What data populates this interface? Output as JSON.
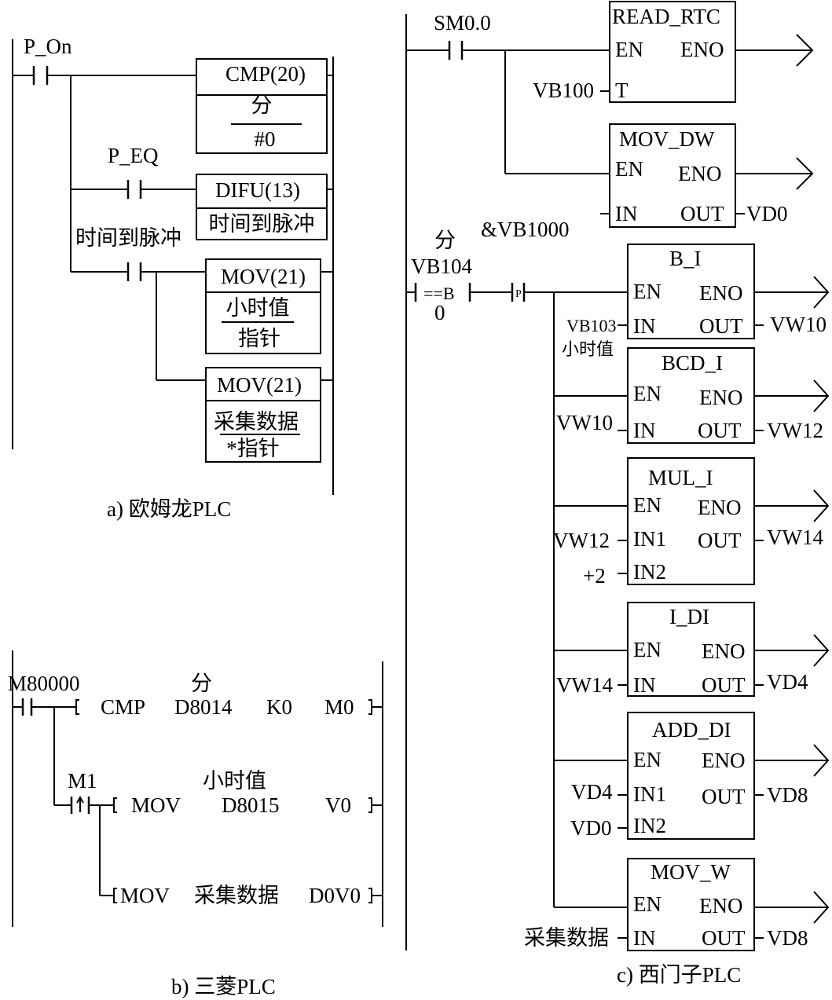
{
  "omron": {
    "caption": "a) 欧姆龙PLC",
    "contact_on": "P_On",
    "cmp_title": "CMP(20)",
    "cmp_op1": "分",
    "cmp_op2": "#0",
    "contact_eq": "P_EQ",
    "difu_title": "DIFU(13)",
    "difu_op": "时间到脉冲",
    "contact_pulse": "时间到脉冲",
    "mov1_title": "MOV(21)",
    "mov1_op1": "小时值",
    "mov1_op2": "指针",
    "mov2_title": "MOV(21)",
    "mov2_op1": "采集数据",
    "mov2_op2": "*指针"
  },
  "mitsubishi": {
    "caption": "b) 三菱PLC",
    "contact1": "M80000",
    "label_fen": "分",
    "row1": [
      "CMP",
      "D8014",
      "K0",
      "M0"
    ],
    "contact2": "M1",
    "label_hour": "小时值",
    "row2": [
      "MOV",
      "D8015",
      "V0"
    ],
    "row3": [
      "MOV",
      "采集数据",
      "D0V0"
    ]
  },
  "siemens": {
    "caption": "c) 西门子PLC",
    "contact_sm": "SM0.0",
    "read_rtc": {
      "title": "READ_RTC",
      "en": "EN",
      "eno": "ENO",
      "t": "T",
      "t_in": "VB100"
    },
    "mov_dw": {
      "title": "MOV_DW",
      "en": "EN",
      "eno": "ENO",
      "in": "IN",
      "out": "OUT",
      "in_label": "&VB1000",
      "out_val": "VD0"
    },
    "compare": {
      "label_fen": "分",
      "addr": "VB104",
      "op": "==B",
      "val": "0",
      "p": "P"
    },
    "b_i": {
      "title": "B_I",
      "en": "EN",
      "eno": "ENO",
      "in": "IN",
      "out": "OUT",
      "in_val": "VB103",
      "in_note": "小时值",
      "out_val": "VW10"
    },
    "bcd_i": {
      "title": "BCD_I",
      "en": "EN",
      "eno": "ENO",
      "in": "IN",
      "out": "OUT",
      "in_val": "VW10",
      "out_val": "VW12"
    },
    "mul_i": {
      "title": "MUL_I",
      "en": "EN",
      "eno": "ENO",
      "in1": "IN1",
      "in2": "IN2",
      "out": "OUT",
      "in1_val": "VW12",
      "in2_val": "+2",
      "out_val": "VW14"
    },
    "i_di": {
      "title": "I_DI",
      "en": "EN",
      "eno": "ENO",
      "in": "IN",
      "out": "OUT",
      "in_val": "VW14",
      "out_val": "VD4"
    },
    "add_di": {
      "title": "ADD_DI",
      "en": "EN",
      "eno": "ENO",
      "in1": "IN1",
      "in2": "IN2",
      "out": "OUT",
      "in1_val": "VD4",
      "in2_val": "VD0",
      "out_val": "VD8"
    },
    "mov_w": {
      "title": "MOV_W",
      "en": "EN",
      "eno": "ENO",
      "in": "IN",
      "out": "OUT",
      "in_val": "采集数据",
      "out_val": "VD8"
    }
  }
}
